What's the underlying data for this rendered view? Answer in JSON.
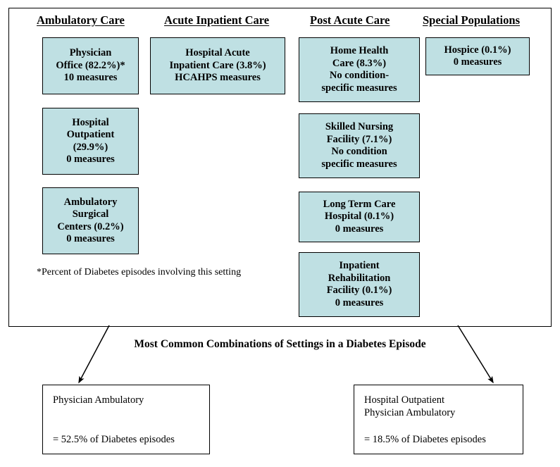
{
  "diagram": {
    "columns": [
      {
        "header": "Ambulatory Care",
        "boxes": [
          {
            "lines": [
              "Physician",
              "Office (82.2%)*",
              "10 measures"
            ]
          },
          {
            "lines": [
              "Hospital",
              "Outpatient",
              "(29.9%)",
              "0 measures"
            ]
          },
          {
            "lines": [
              "Ambulatory",
              "Surgical",
              "Centers (0.2%)",
              "0 measures"
            ]
          }
        ]
      },
      {
        "header": "Acute Inpatient Care",
        "boxes": [
          {
            "lines": [
              "Hospital Acute",
              "Inpatient Care (3.8%)",
              "HCAHPS measures"
            ]
          }
        ]
      },
      {
        "header": "Post Acute Care",
        "boxes": [
          {
            "lines": [
              "Home Health",
              "Care (8.3%)",
              "No condition-",
              "specific measures"
            ]
          },
          {
            "lines": [
              "Skilled Nursing",
              "Facility (7.1%)",
              "No condition",
              "specific measures"
            ]
          },
          {
            "lines": [
              "Long Term Care",
              "Hospital (0.1%)",
              "0 measures"
            ]
          },
          {
            "lines": [
              "Inpatient",
              "Rehabilitation",
              "Facility (0.1%)",
              "0 measures"
            ]
          }
        ]
      },
      {
        "header": "Special Populations",
        "boxes": [
          {
            "lines": [
              "Hospice (0.1%)",
              "0 measures"
            ]
          }
        ]
      }
    ],
    "footnote": "*Percent of Diabetes episodes involving this setting",
    "box_fill_color": "#bfe0e3",
    "border_color": "#000000"
  },
  "bottom": {
    "title": "Most Common Combinations of Settings in a Diabetes Episode",
    "combinations": [
      {
        "settings": [
          "Physician Ambulatory"
        ],
        "percent_text": "= 52.5% of Diabetes episodes"
      },
      {
        "settings": [
          "Hospital Outpatient",
          "Physician Ambulatory"
        ],
        "percent_text": "= 18.5% of Diabetes episodes"
      }
    ]
  }
}
